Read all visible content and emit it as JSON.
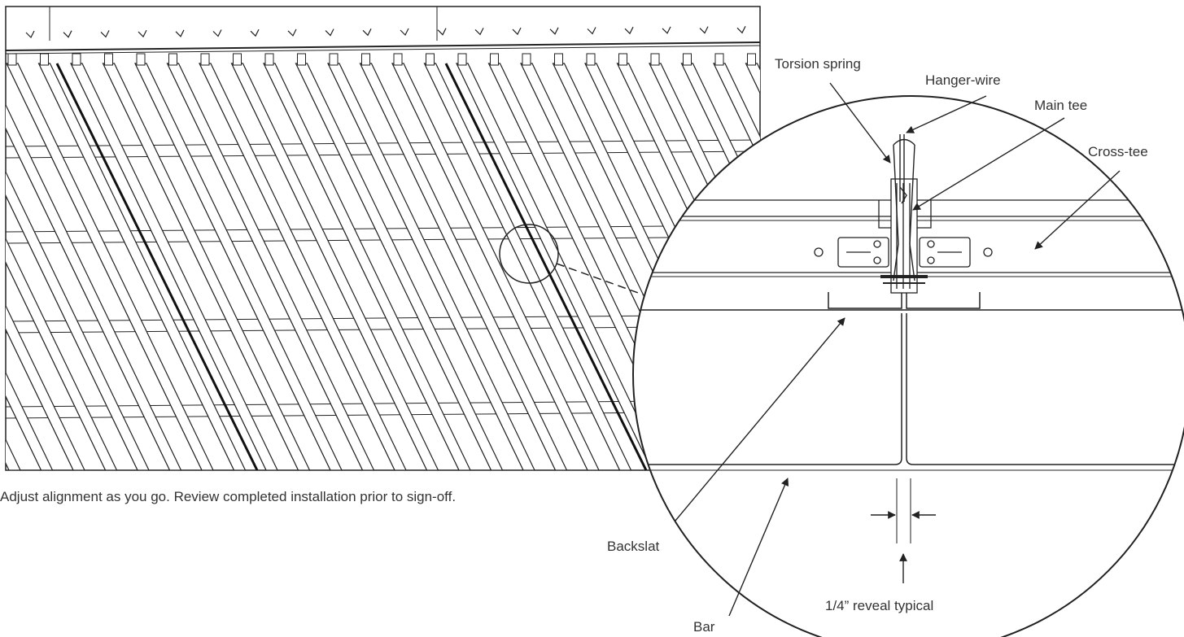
{
  "caption": "Adjust alignment as you go. Review completed installation prior to sign-off.",
  "callouts": {
    "torsion_spring": "Torsion spring",
    "hanger_wire": "Hanger-wire",
    "main_tee": "Main tee",
    "cross_tee": "Cross-tee",
    "backslat": "Backslat",
    "bar": "Bar",
    "reveal": "1/4” reveal typical"
  },
  "colors": {
    "line": "#222222",
    "text": "#333333",
    "background": "#ffffff"
  }
}
